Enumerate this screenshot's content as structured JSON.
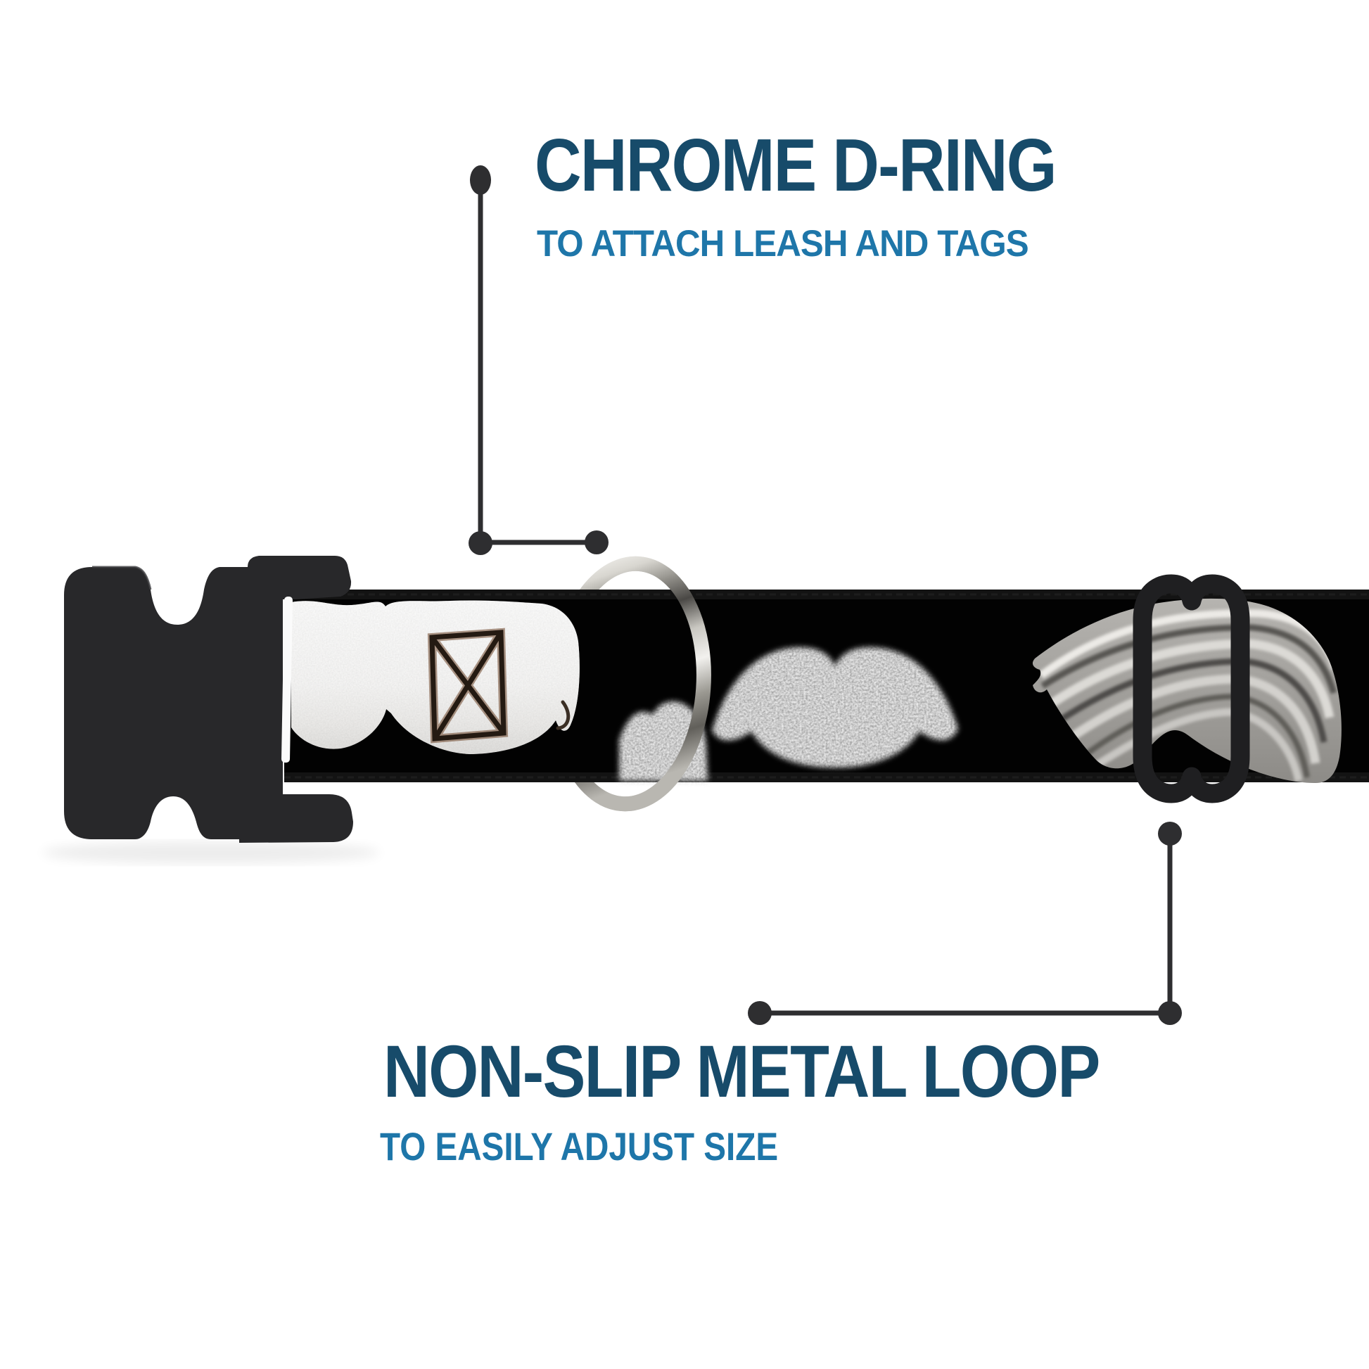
{
  "callouts": {
    "top": {
      "title": "CHROME D-RING",
      "subtitle": "TO ATTACH LEASH AND TAGS"
    },
    "bottom": {
      "title": "NON-SLIP METAL LOOP",
      "subtitle": "TO EASILY ADJUST SIZE"
    }
  },
  "colors": {
    "background": "#ffffff",
    "title_navy": "#174b6a",
    "subtitle_blue": "#1e76a9",
    "callout_gray": "#2e2e30",
    "buckle_black": "#28282a",
    "strap_black": "#050505",
    "chrome_light": "#f2f1ee",
    "chrome_dark": "#4a4845",
    "mustache_white": "#f0efec",
    "mustache_gray": "#9a9a9a"
  }
}
